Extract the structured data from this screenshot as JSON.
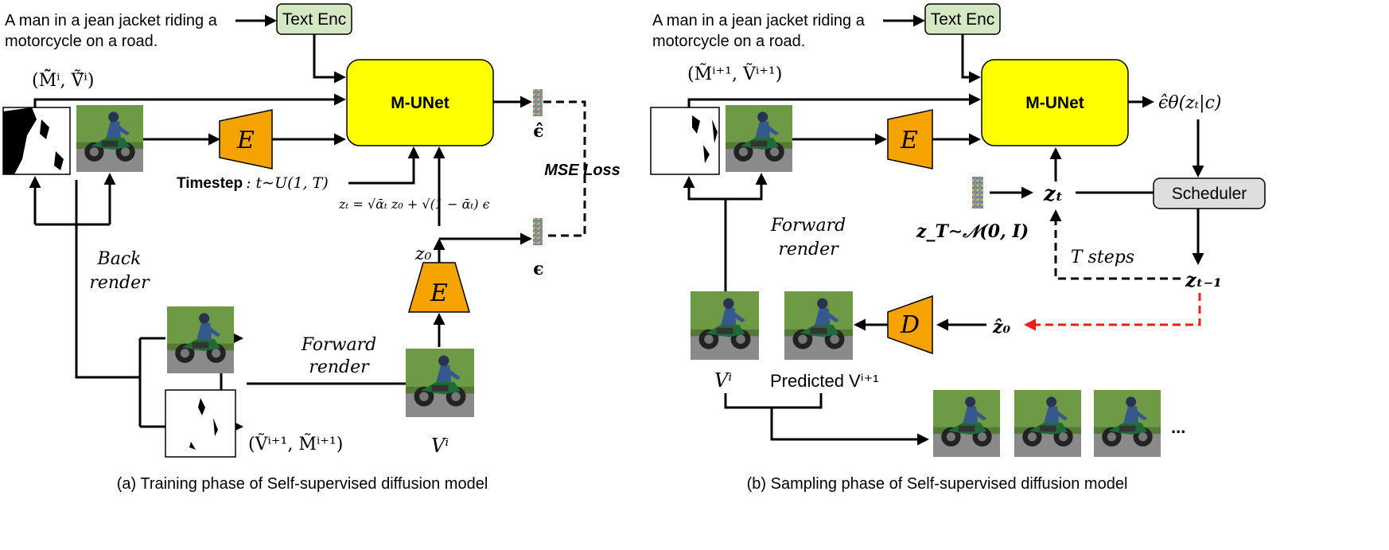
{
  "left_panel": {
    "prompt_line1": "A man in a jean jacket riding a",
    "prompt_line2": "motorcycle on a road.",
    "text_encoder": "Text Enc",
    "unet": "M-UNet",
    "encoder_top": "E",
    "encoder_bottom": "E",
    "mask_video_label": "(M̃̃ⁱ, Ṽ̃ⁱ)",
    "eps_hat": "ϵ̂",
    "eps": "ϵ",
    "loss": "MSE Loss",
    "timestep_bold": "Timestep",
    "timestep_formula": ": t∼U(1, T)",
    "zt_formula": "zₜ = √ᾱₜ z₀ + √(1 − ᾱₜ) ϵ",
    "z0": "z₀",
    "back_render_line1": "Back",
    "back_render_line2": "render",
    "forward_render_line1": "Forward",
    "forward_render_line2": "render",
    "output_label": "(Ṽⁱ⁺¹, M̃ⁱ⁺¹)",
    "source_label": "Vⁱ",
    "caption": "(a) Training phase of Self-supervised diffusion model"
  },
  "right_panel": {
    "prompt_line1": "A man in a jean jacket riding a",
    "prompt_line2": "motorcycle on a road.",
    "text_encoder": "Text Enc",
    "unet": "M-UNet",
    "encoder": "E",
    "decoder": "D",
    "mask_video_label": "(M̃ⁱ⁺¹, Ṽⁱ⁺¹)",
    "unet_output": "ϵ̂θ(zₜ|c)",
    "scheduler": "Scheduler",
    "zt": "zₜ",
    "zT_formula": "z_T∼𝒩(0, I)",
    "t_steps": "T steps",
    "z_t_minus_1": "zₜ₋₁",
    "z0_hat": "ẑ₀",
    "forward_render_line1": "Forward",
    "forward_render_line2": "render",
    "source_label": "Vⁱ",
    "predicted_label": "Predicted Vⁱ⁺¹",
    "ellipsis": "...",
    "caption": "(b) Sampling phase of Self-supervised diffusion model"
  },
  "colors": {
    "unet_fill": "#ffff00",
    "encoder_fill": "#f5a300",
    "text_enc_fill": "#d5e8c4",
    "scheduler_fill": "#dedede",
    "sample_arrow": "#e8201c",
    "grass": "#6f9a45",
    "road": "#8a8a8a"
  },
  "icons": {
    "video_frame": "motorcycle-rider-photo",
    "mask": "binary-mask",
    "noise": "gaussian-noise-patch"
  }
}
